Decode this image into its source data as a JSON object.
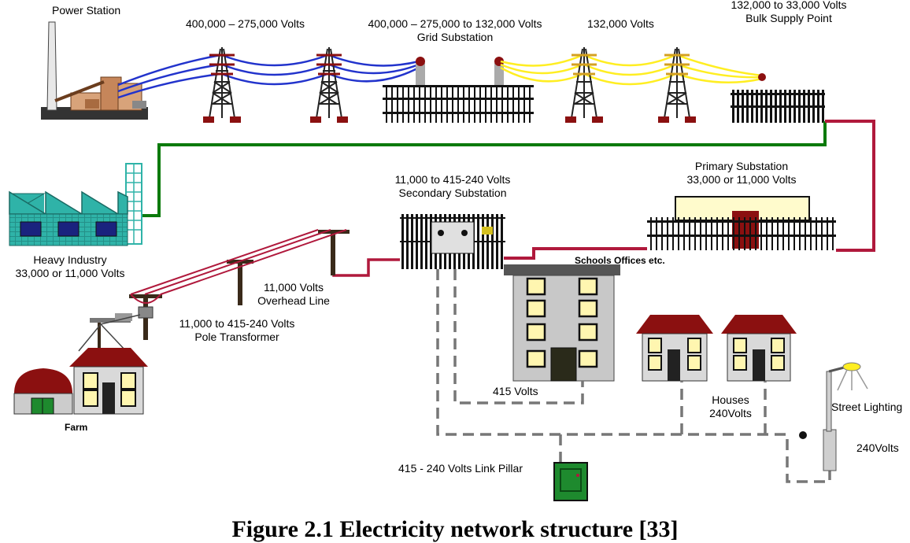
{
  "labels": {
    "power_station": "Power Station",
    "transmission_voltage": "400,000 – 275,000 Volts",
    "grid_substation_voltage": "400,000 – 275,000 to 132,000 Volts",
    "grid_substation": "Grid Substation",
    "line_132kv": "132,000 Volts",
    "bulk_supply_voltage": "132,000 to 33,000 Volts",
    "bulk_supply_point": "Bulk Supply Point",
    "secondary_substation_voltage": "11,000 to 415-240 Volts",
    "secondary_substation": "Secondary Substation",
    "primary_substation": "Primary Substation",
    "primary_substation_voltage": "33,000 or 11,000 Volts",
    "heavy_industry": "Heavy Industry",
    "heavy_industry_voltage": "33,000 or 11,000 Volts",
    "schools_offices": "Schools Offices etc.",
    "overhead_line_voltage": "11,000 Volts",
    "overhead_line": "Overhead Line",
    "pole_transformer_voltage": "11,000 to 415-240 Volts",
    "pole_transformer": "Pole Transformer",
    "building_voltage": "415 Volts",
    "houses": "Houses",
    "houses_voltage": "240Volts",
    "street_lighting": "Street Lighting",
    "street_lighting_voltage": "240Volts",
    "farm": "Farm",
    "link_pillar": "415 - 240 Volts Link Pillar"
  },
  "caption": "Figure 2.1 Electricity network structure [33]",
  "colors": {
    "line_400kv": "#2233cc",
    "line_132kv": "#ffee22",
    "line_33kv_green": "#0b7a0b",
    "line_11kv_red": "#b0193c",
    "line_lv_grey": "#777777",
    "industry": "#2fb3a8",
    "roof": "#8b1010",
    "pillar": "#1e8a2e"
  }
}
